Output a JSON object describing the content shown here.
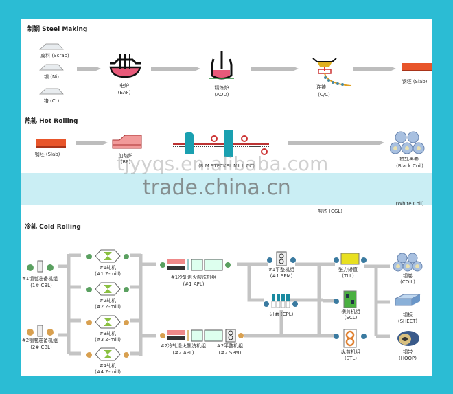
{
  "colors": {
    "border": "#2bbcd4",
    "arrow": "#b8b8b8",
    "slab": "#e8552a"
  },
  "steel_making": {
    "title": "制钢  Steel Making",
    "scrap": "废料 (Scrap)",
    "ni": "镍 (Ni)",
    "cr": "铬 (Cr)",
    "eaf_cn": "电炉",
    "eaf": "(EAF)",
    "aod_cn": "精炼炉",
    "aod": "(AOD)",
    "cc_cn": "连铸",
    "cc": "(C/C)",
    "slab": "钢坯 (Slab)"
  },
  "hot_rolling": {
    "title": "热轧  Hot Rolling",
    "slab": "钢坯 (Slab)",
    "rf_cn": "加热炉",
    "rf": "(RF)",
    "mill": "(R.M.STECKEL MILL CC)",
    "black_cn": "热轧黑卷",
    "black": "(Black Coil)",
    "cgl": "酸洗 (CGL)",
    "white": "(White Coil)"
  },
  "cold_rolling": {
    "title": "冷轧  Cold Rolling",
    "cbl1_cn": "#1钢卷准备机组",
    "cbl1": "(1# CBL)",
    "cbl2_cn": "#2钢卷准备机组",
    "cbl2": "(2# CBL)",
    "zmills": [
      {
        "cn": "#1轧机",
        "en": "(#1 Z-mill)"
      },
      {
        "cn": "#2轧机",
        "en": "(#2 Z-mill)"
      },
      {
        "cn": "#3轧机",
        "en": "(#3 Z-mill)"
      },
      {
        "cn": "#4轧机",
        "en": "(#4 Z-mill)"
      }
    ],
    "apl1_cn": "#1冷轧退火酸洗机组",
    "apl1": "(#1 APL)",
    "apl2_cn": "#2冷轧退火酸洗机组",
    "apl2": "(#2 APL)",
    "spm1_cn": "#1平整机组",
    "spm1": "(#1 SPM)",
    "spm2_cn": "#2平整机组",
    "spm2": "(#2 SPM)",
    "cpl": "研磨  (CPL)",
    "tll_cn": "张力矫直",
    "tll": "(TLL)",
    "scl_cn": "横剪机组",
    "scl": "(SCL)",
    "stl_cn": "纵剪机组",
    "stl": "(STL)",
    "coil_cn": "钢卷",
    "coil": "(COIL)",
    "sheet_cn": "钢板",
    "sheet": "(SHEET)",
    "hoop_cn": "钢带",
    "hoop": "(HOOP)"
  },
  "watermarks": {
    "alibaba": "tjyyqs.en.alibaba.com",
    "trade": "trade.china.cn"
  }
}
